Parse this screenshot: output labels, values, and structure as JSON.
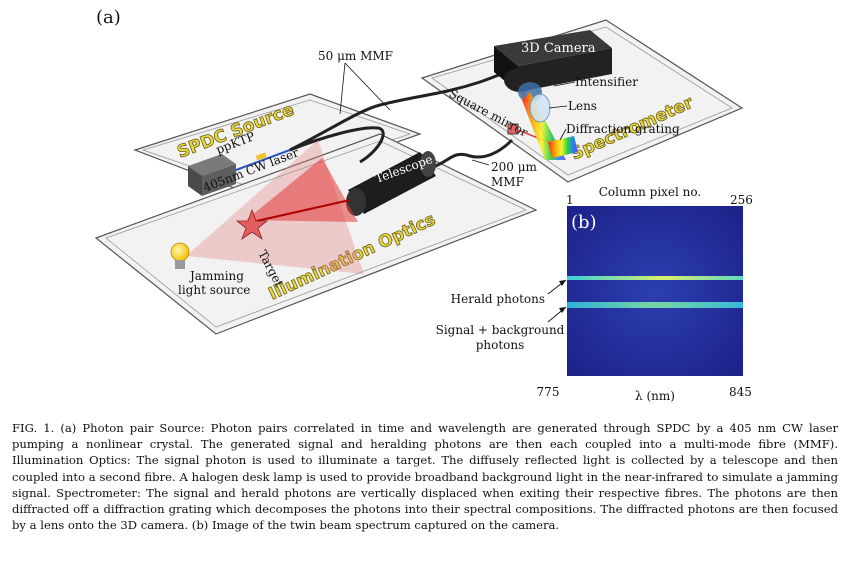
{
  "panel_a": {
    "label": "(a)",
    "plates": {
      "spdc": "SPDC Source",
      "spectrometer": "Spectrometer",
      "illumination": "Illumination Optics"
    },
    "labels": {
      "mmf50": "50 μm MMF",
      "camera": "3D Camera",
      "intensifier": "Intensifier",
      "lens": "Lens",
      "grating": "Diffraction grating",
      "mirror": "Square mirror",
      "ppktp": "ppKTP",
      "laser": "405nm CW laser",
      "telescope": "Telescope",
      "mmf200_line1": "200 μm",
      "mmf200_line2": "MMF",
      "target": "Target",
      "jamming_line1": "Jamming",
      "jamming_line2": "light source"
    }
  },
  "panel_b": {
    "label": "(b)",
    "top_axis_title": "Column pixel no.",
    "top_left_tick": "1",
    "top_right_tick": "256",
    "bottom_left_tick": "775",
    "bottom_right_tick": "845",
    "bottom_axis_title": "λ (nm)",
    "herald_label": "Herald photons",
    "signal_line1": "Signal + background",
    "signal_line2": "photons"
  },
  "caption": "FIG. 1. (a) Photon pair Source: Photon pairs correlated in time and wavelength are generated through SPDC by a 405 nm CW laser pumping a nonlinear crystal. The generated signal and heralding photons are then each coupled into a multi-mode fibre (MMF). Illumination Optics: The signal photon is used to illuminate a target. The diffusely reflected light is collected by a telescope and then coupled into a second fibre. A halogen desk lamp is used to provide broadband background light in the near-infrared to simulate a jamming signal. Spectrometer: The signal and herald photons are vertically displaced when exiting their respective fibres. The photons are then diffracted off a diffraction grating which decomposes the photons into their spectral compositions. The diffracted photons are then focused by a lens onto the 3D camera. (b) Image of the twin beam spectrum captured on the camera."
}
